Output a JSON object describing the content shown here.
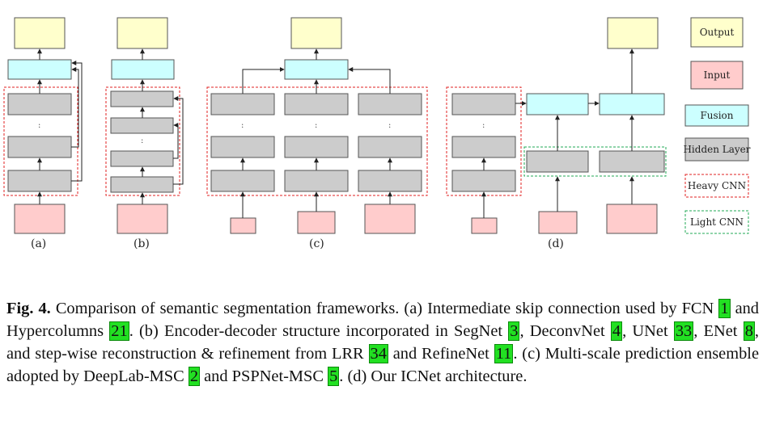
{
  "legend": {
    "output": "Output",
    "input": "Input",
    "fusion": "Fusion",
    "hidden": "Hidden Layer",
    "heavy": "Heavy CNN",
    "light": "Light CNN"
  },
  "panels": {
    "a": "(a)",
    "b": "(b)",
    "c": "(c)",
    "d": "(d)"
  },
  "ellipsis": ":",
  "colors": {
    "output": "#ffffcc",
    "input": "#ffcccc",
    "fusion": "#ccffff",
    "hidden": "#cccccc",
    "heavy_border": "#e02020",
    "light_border": "#22aa55"
  },
  "caption": {
    "label": "Fig. 4.",
    "s1": " Comparison of semantic segmentation frameworks. (a) Intermediate skip connection used by FCN ",
    "c1": "1",
    "s2": " and Hypercolumns ",
    "c2": "21",
    "s3": ". (b) Encoder-decoder structure incorporated in SegNet ",
    "c3": "3",
    "s4": ", DeconvNet ",
    "c4": "4",
    "s5": ", UNet ",
    "c5": "33",
    "s6": ", ENet ",
    "c6": "8",
    "s7": ", and step-wise reconstruction & refinement from LRR ",
    "c7": "34",
    "s8": " and RefineNet ",
    "c8": "11",
    "s9": ". (c) Multi-scale prediction ensemble adopted by DeepLab-MSC ",
    "c9": "2",
    "s10": " and PSPNet-MSC ",
    "c10": "5",
    "s11": ". (d) Our ICNet architecture."
  }
}
